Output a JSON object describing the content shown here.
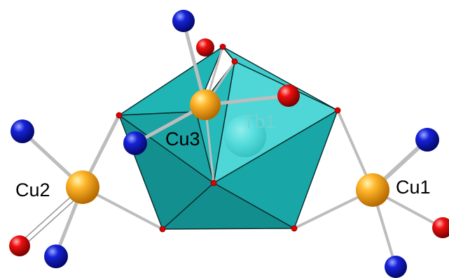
{
  "labels": {
    "cu1": "Cu1",
    "cu2": "Cu2",
    "cu3": "Cu3",
    "tb1": "Tb1"
  },
  "colors": {
    "background": "#ffffff",
    "polyhedron": "#1aa7a7",
    "polyhedron_light": "#5fd6d6",
    "polyhedron_dark": "#0e8080",
    "edge": "#0a2a2a",
    "bond": "#b8b8b8",
    "copper": "#f7a21a",
    "oxygen": "#e0000a",
    "nitrogen": "#0b12c8"
  }
}
